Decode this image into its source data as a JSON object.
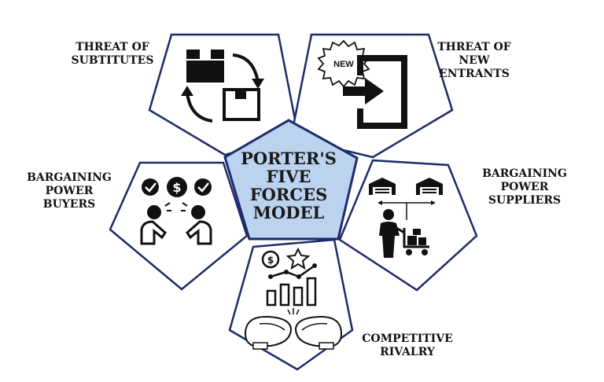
{
  "colors": {
    "outline": "#1c2b6b",
    "center_fill": "#bcd3ef",
    "pentagon_fill": "#ffffff",
    "icon": "#111111",
    "text": "#111111"
  },
  "center": {
    "lines": [
      "PORTER'S",
      "FIVE",
      "FORCES",
      "MODEL"
    ]
  },
  "forces": [
    {
      "id": "substitutes",
      "lines": [
        "THREAT OF",
        "SUBTITUTES"
      ],
      "icon": "box-cycle-icon"
    },
    {
      "id": "new-entrants",
      "lines": [
        "THREAT OF",
        "NEW",
        "ENTRANTS"
      ],
      "icon": "enter-door-icon",
      "badge": "NEW"
    },
    {
      "id": "buyers",
      "lines": [
        "BARGAINING",
        "POWER",
        "BUYERS"
      ],
      "icon": "negotiation-icon"
    },
    {
      "id": "suppliers",
      "lines": [
        "BARGAINING",
        "POWER",
        "SUPPLIERS"
      ],
      "icon": "warehouse-supplier-icon"
    },
    {
      "id": "rivalry",
      "lines": [
        "COMPETITIVE",
        "RIVALRY"
      ],
      "icon": "boxing-gloves-icon"
    }
  ]
}
